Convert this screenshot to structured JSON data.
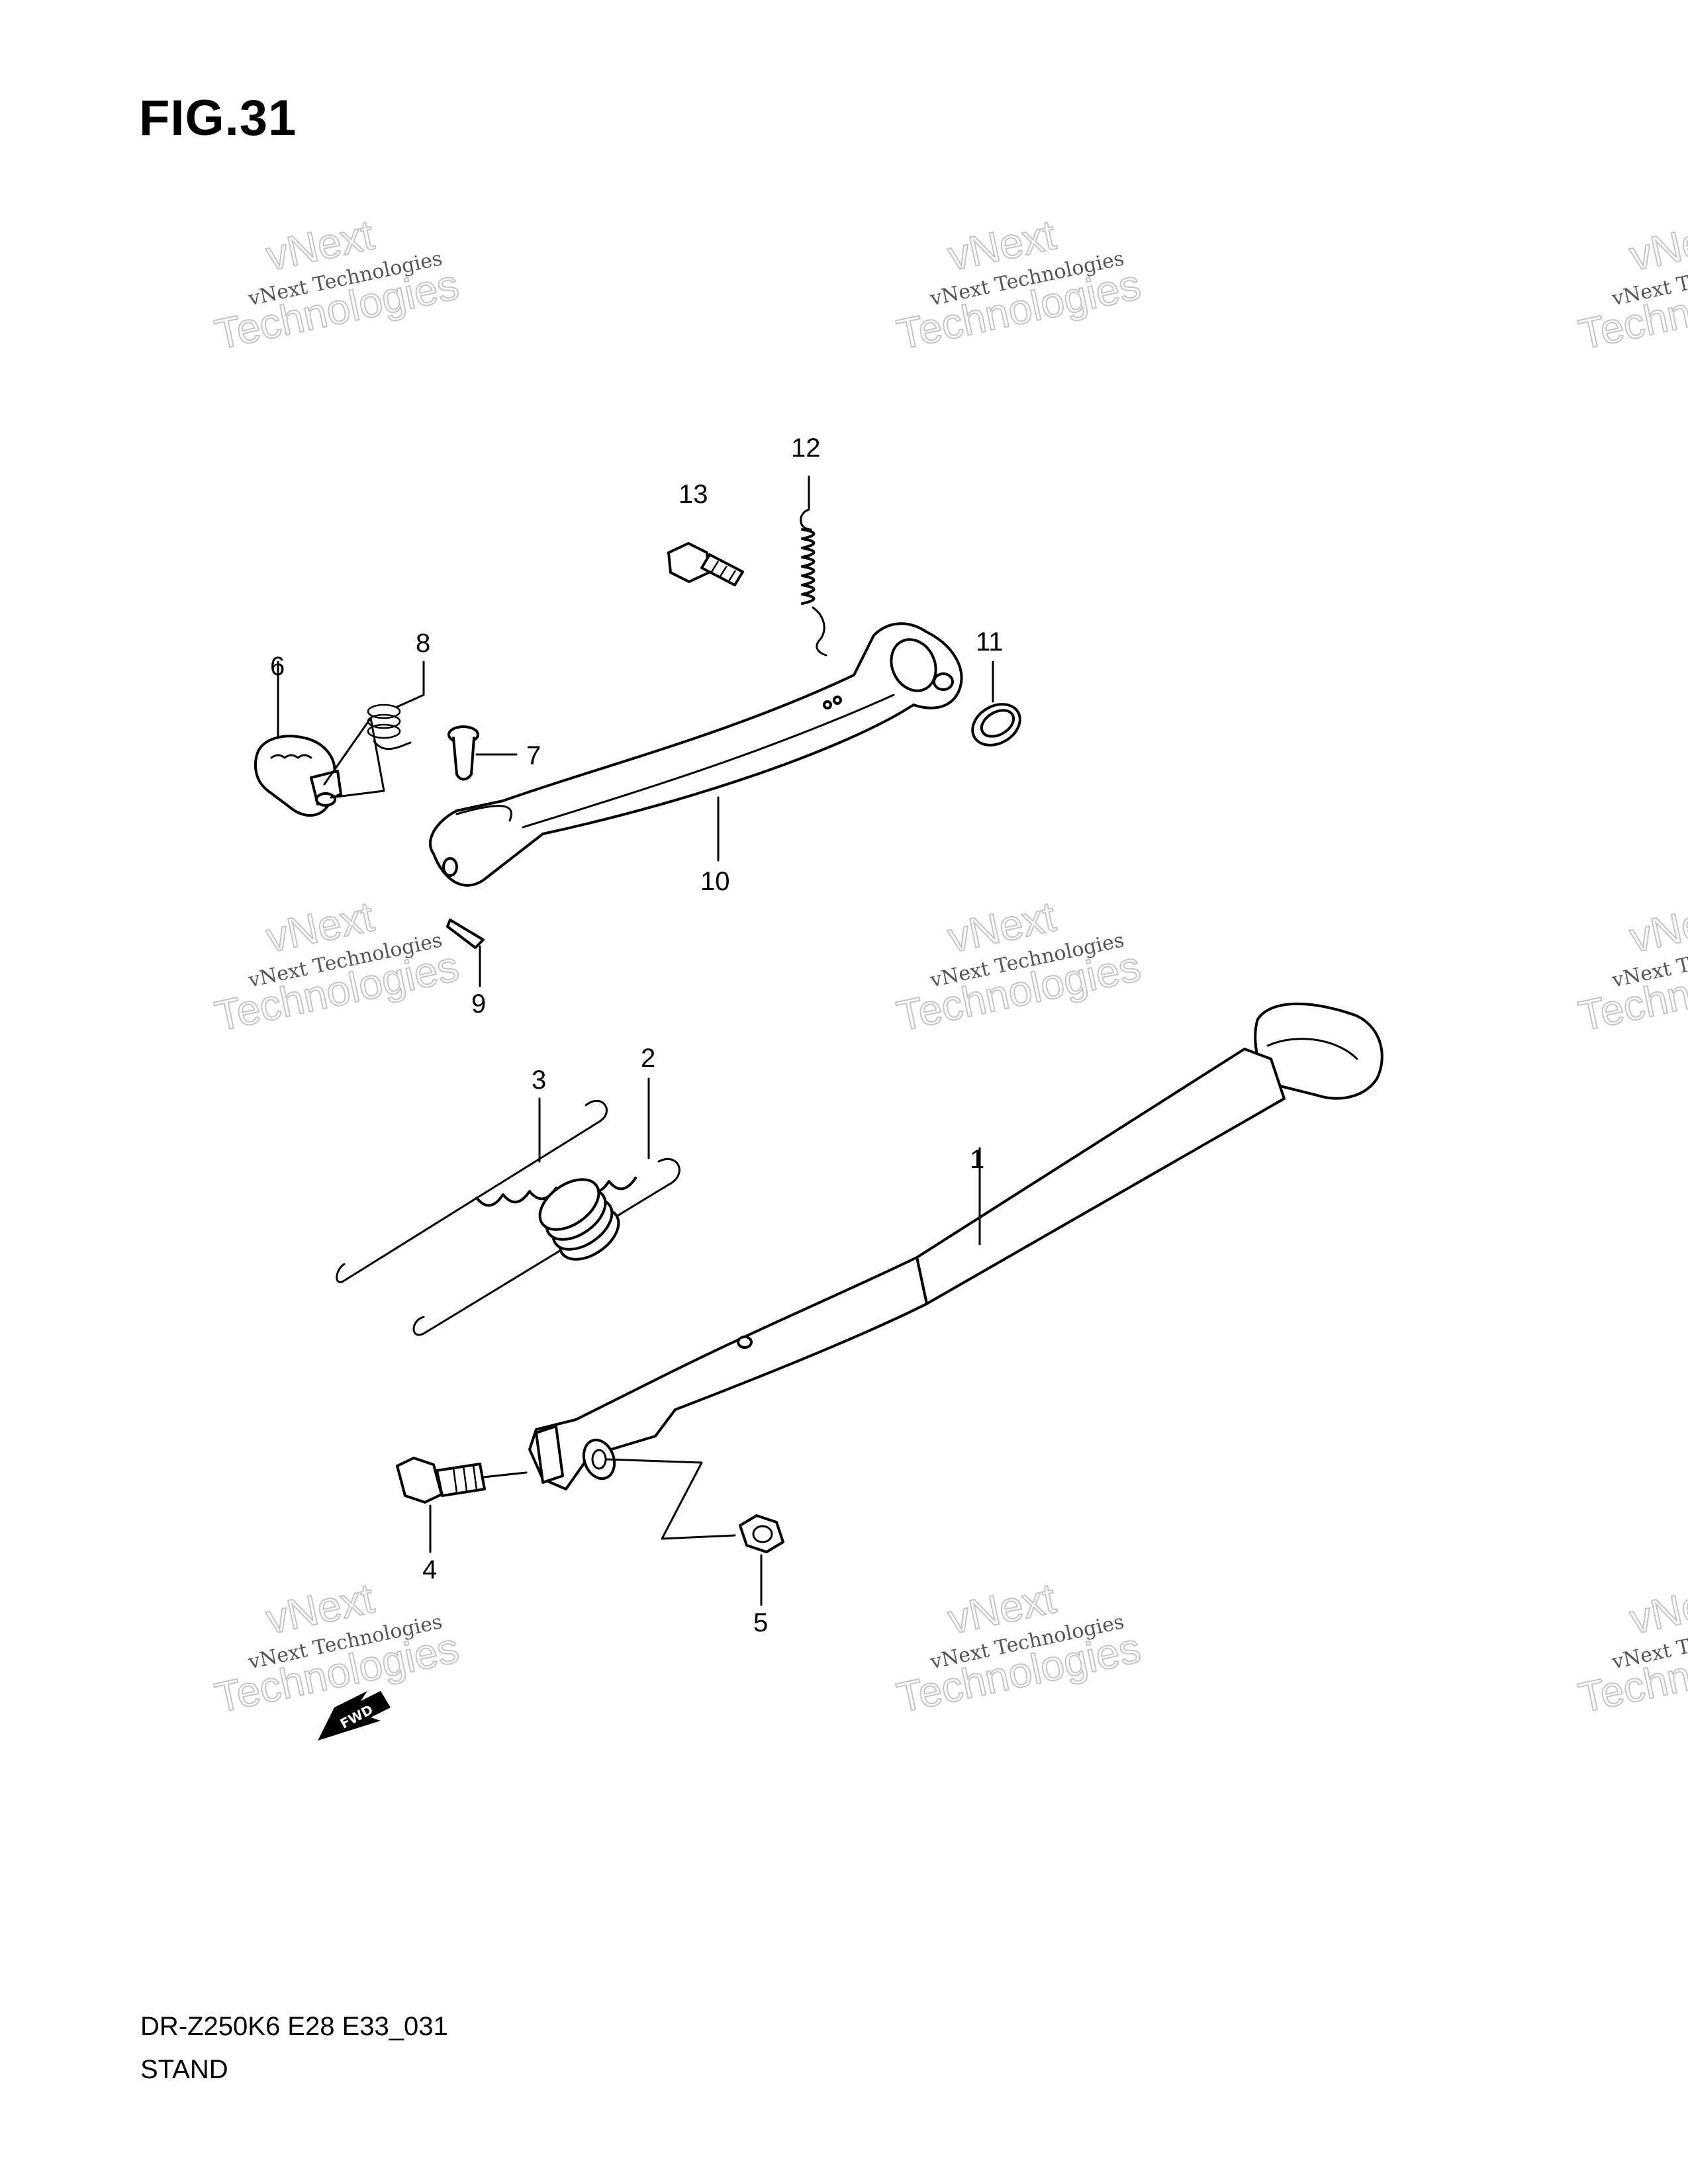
{
  "figure_title": "FIG.31",
  "footer": {
    "model_code": "DR-Z250K6 E28 E33_031",
    "section_name": "STAND"
  },
  "watermark": {
    "line1": "vNext Technologies",
    "line2_top": "vNext",
    "line2_bottom": "Technologies"
  },
  "fwd_label": "FWD",
  "callouts": [
    "1",
    "2",
    "3",
    "4",
    "5",
    "6",
    "7",
    "8",
    "9",
    "10",
    "11",
    "12",
    "13"
  ]
}
